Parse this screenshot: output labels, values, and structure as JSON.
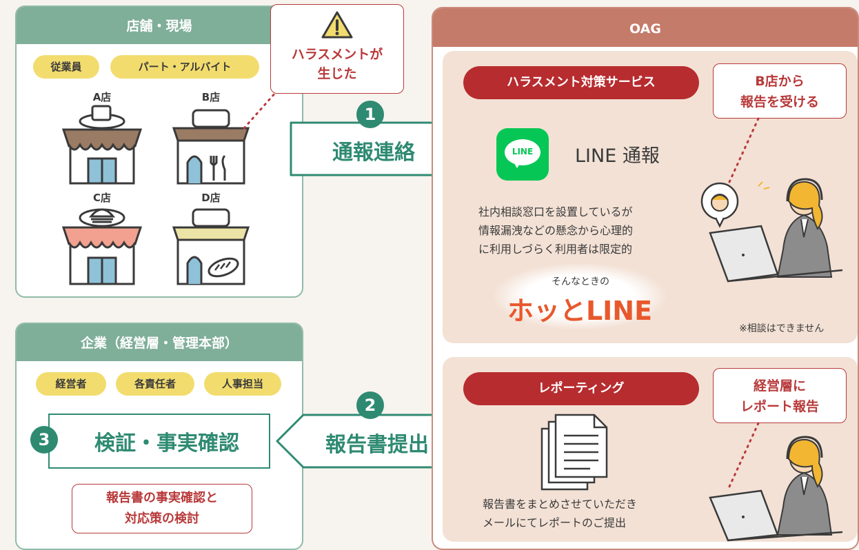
{
  "stores_panel": {
    "title": "店舗・現場",
    "roles": [
      "従業員",
      "パート・アルバイト"
    ],
    "stores": [
      "A店",
      "B店",
      "C店",
      "D店"
    ]
  },
  "harassment_callout": {
    "line1": "ハラスメントが",
    "line2": "生じた"
  },
  "step1": {
    "number": "1",
    "label": "通報連絡"
  },
  "step2": {
    "number": "2",
    "label": "報告書提出"
  },
  "company_panel": {
    "title": "企業（経営層・管理本部）",
    "roles": [
      "経営者",
      "各責任者",
      "人事担当"
    ],
    "step3_number": "3",
    "step3_label": "検証・事実確認",
    "note_line1": "報告書の事実確認と",
    "note_line2": "対応策の検討"
  },
  "oag_panel": {
    "title": "OAG",
    "service": {
      "title": "ハラスメント対策サービス",
      "callout_line1": "B店から",
      "callout_line2": "報告を受ける",
      "line_badge": "LINE",
      "line_label": "LINE 通報",
      "desc": [
        "社内相談窓口を設置しているが",
        "情報漏洩などの懸念から心理的",
        "に利用しづらく利用者は限定的"
      ],
      "tagline": "そんなときの",
      "brand": "ホッとLINE",
      "footnote": "※相談はできません"
    },
    "reporting": {
      "title": "レポーティング",
      "callout_line1": "経営層に",
      "callout_line2": "レポート報告",
      "desc": [
        "報告書をまとめさせていただき",
        "メールにてレポートのご提出"
      ]
    }
  },
  "colors": {
    "green": "#2f8a72",
    "red": "#b72c2f",
    "yellow": "#f2dc6e",
    "orange": "#e8582c"
  }
}
